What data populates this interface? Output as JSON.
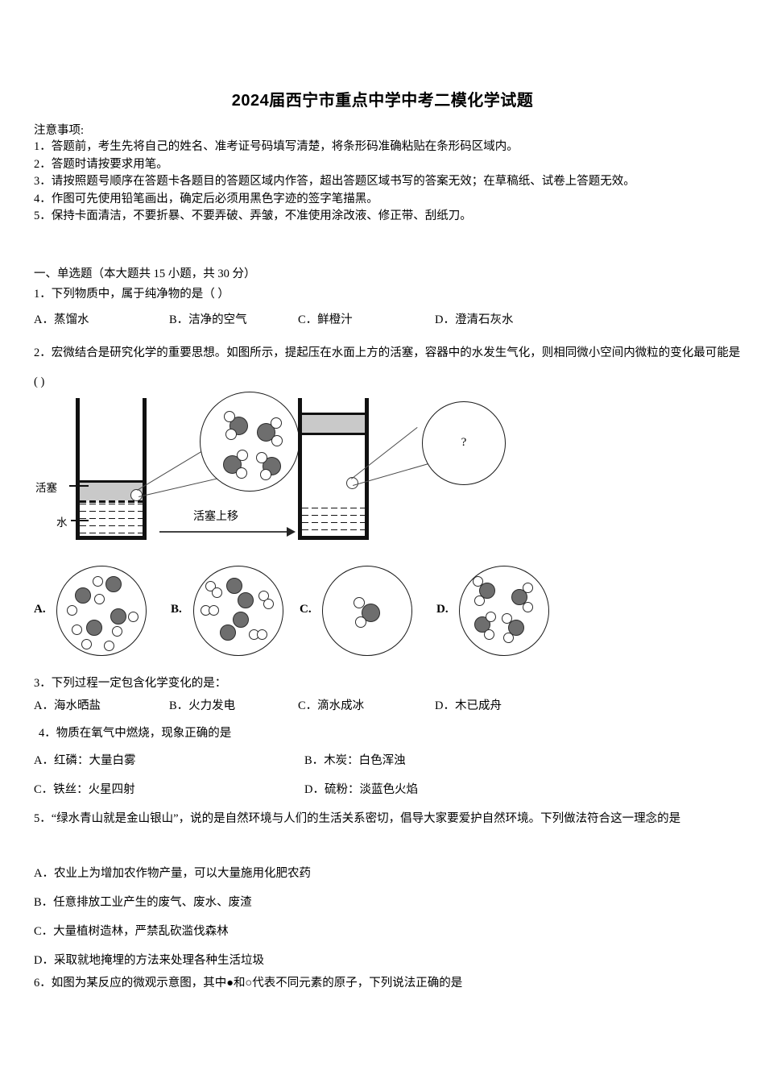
{
  "title": "2024届西宁市重点中学中考二模化学试题",
  "notice": {
    "heading": "注意事项:",
    "lines": [
      "1．答题前，考生先将自己的姓名、准考证号码填写清楚，将条形码准确粘贴在条形码区域内。",
      "2．答题时请按要求用笔。",
      "3．请按照题号顺序在答题卡各题目的答题区域内作答，超出答题区域书写的答案无效；在草稿纸、试卷上答题无效。",
      "4．作图可先使用铅笔画出，确定后必须用黑色字迹的签字笔描黑。",
      "5．保持卡面清洁，不要折暴、不要弄破、弄皱，不准使用涂改液、修正带、刮纸刀。"
    ]
  },
  "section_heading": "一、单选题（本大题共 15 小题，共 30 分）",
  "questions": {
    "q1": {
      "stem": "1．下列物质中，属于纯净物的是（ ）",
      "options": {
        "a": "A．蒸馏水",
        "b": "B．洁净的空气",
        "c": "C．鲜橙汁",
        "d": "D．澄清石灰水"
      }
    },
    "q2": {
      "stem": "2．宏微结合是研究化学的重要思想。如图所示，提起压在水面上方的活塞，容器中的水发生气化，则相同微小空间内微粒的变化最可能是(   )",
      "figure": {
        "piston_label": "活塞",
        "water_label": "水",
        "arrow_label": "活塞上移",
        "unknown_mark": "?"
      },
      "option_labels": {
        "a": "A.",
        "b": "B.",
        "c": "C.",
        "d": "D."
      }
    },
    "q3": {
      "stem": "3．下列过程一定包含化学变化的是：",
      "options": {
        "a": "A．海水晒盐",
        "b": "B．火力发电",
        "c": "C．滴水成冰",
        "d": "D．木已成舟"
      }
    },
    "q4": {
      "stem": "4．物质在氧气中燃烧，现象正确的是",
      "options": {
        "a": "A．红磷：大量白雾",
        "b": "B．木炭：白色浑浊",
        "c": "C．铁丝：火星四射",
        "d": "D．硫粉：淡蓝色火焰"
      }
    },
    "q5": {
      "stem": "5．“绿水青山就是金山银山”，说的是自然环境与人们的生活关系密切，倡导大家要爱护自然环境。下列做法符合这一理念的是",
      "options": {
        "a": "A．农业上为增加农作物产量，可以大量施用化肥农药",
        "b": "B．任意排放工业产生的废气、废水、废渣",
        "c": "C．大量植树造林，严禁乱砍滥伐森林",
        "d": "D．采取就地掩埋的方法来处理各种生活垃圾"
      }
    },
    "q6": {
      "stem": "6．如图为某反应的微观示意图，其中●和○代表不同元素的原子，下列说法正确的是"
    }
  },
  "colors": {
    "text": "#000000",
    "page_background": "#ffffff",
    "piston_fill": "#c9c9c9",
    "oxygen_atom": "#6e6e6e",
    "hydrogen_atom": "#ffffff",
    "outline": "#1a1a1a"
  }
}
